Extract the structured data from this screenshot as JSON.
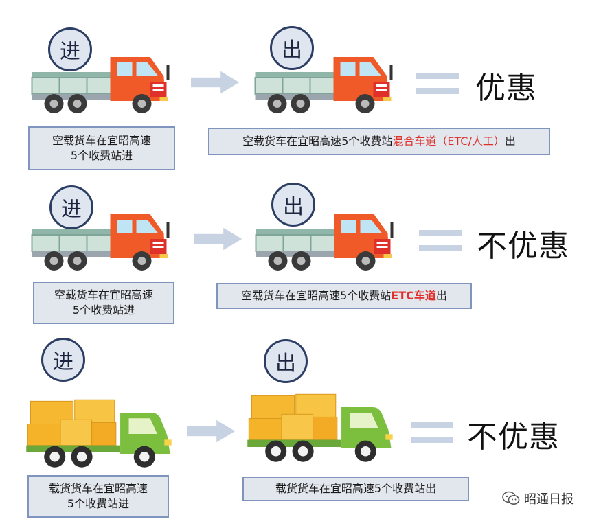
{
  "labels": {
    "in": "进",
    "out": "出"
  },
  "rows": [
    {
      "left_box": {
        "line1": "空载货车在宜昭高速",
        "line2": "5个收费站进"
      },
      "right_box": {
        "prefix": "空载货车在宜昭高速5个收费站",
        "highlight": "混合车道（ETC/人工）",
        "suffix": "出"
      },
      "result": "优惠"
    },
    {
      "left_box": {
        "line1": "空载货车在宜昭高速",
        "line2": "5个收费站进"
      },
      "right_box": {
        "prefix": "空载货车在宜昭高速5个收费站",
        "highlight": "ETC车道",
        "suffix": "出"
      },
      "result": "不优惠"
    },
    {
      "left_box": {
        "line1": "载货货车在宜昭高速",
        "line2": "5个收费站进"
      },
      "right_box": {
        "prefix": "载货货车在宜昭高速5个收费站出",
        "highlight": "",
        "suffix": ""
      },
      "result": "不优惠"
    }
  ],
  "watermark": "昭通日报",
  "colors": {
    "accent_red": "#e0302a",
    "box_fill": "#e2e7ee",
    "box_border": "#7f95bd",
    "circle_border": "#2c3e63",
    "arrow": "#c7d3e2"
  }
}
